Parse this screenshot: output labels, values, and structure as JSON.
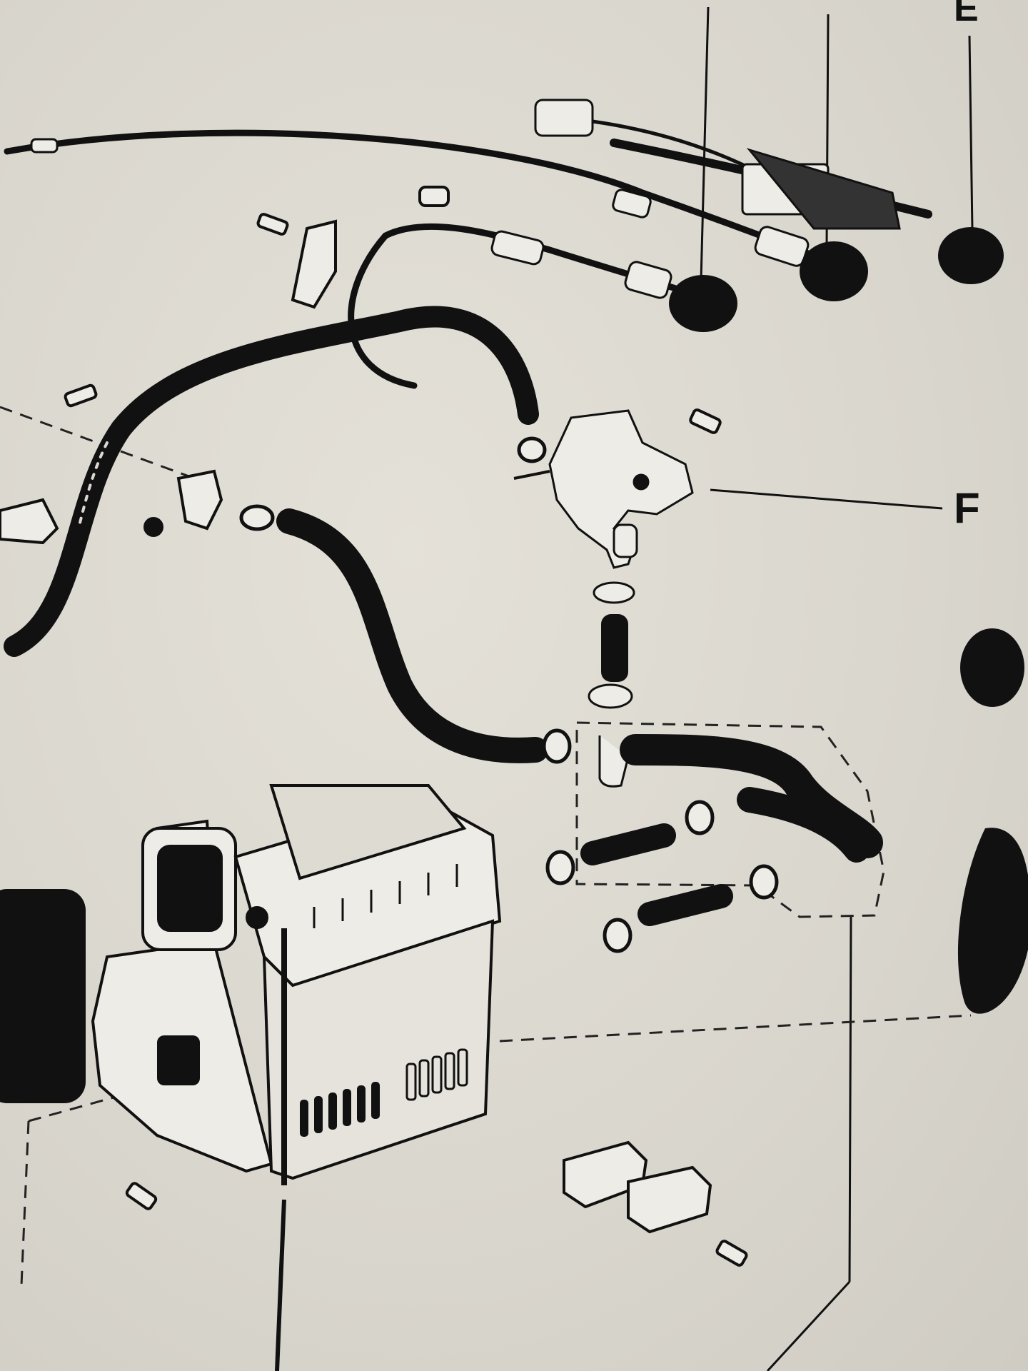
{
  "diagram": {
    "callouts": [
      {
        "id": "E",
        "text": "E"
      },
      {
        "id": "F",
        "text": "F"
      }
    ],
    "parts": [
      "control-cable-upper",
      "control-cable-middle",
      "control-cable-lower",
      "control-knob-1",
      "control-knob-2",
      "control-knob-3",
      "switch-connector",
      "heater-valve",
      "heater-hose-long",
      "heater-hose-feed",
      "hose-connector-pipe",
      "hose-clamps",
      "heater-box",
      "mounting-clips",
      "screws"
    ],
    "colors": {
      "ink": "#111111",
      "paper": "#dcd9d0",
      "part_fill": "#eeece6"
    }
  }
}
